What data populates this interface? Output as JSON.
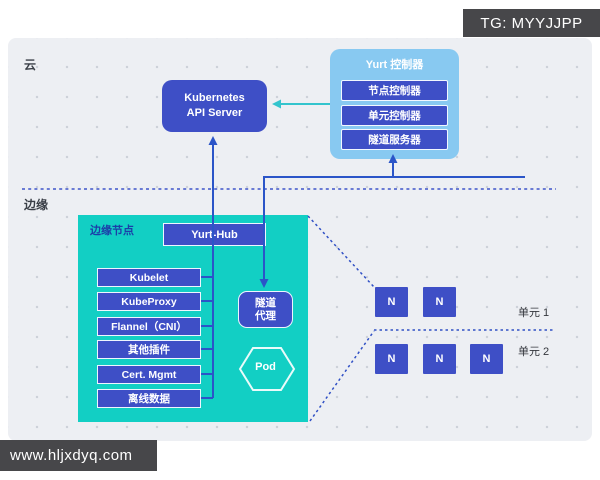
{
  "badges": {
    "tg": "TG: MYYJJPP",
    "website": "www.hljxdyq.com"
  },
  "zones": {
    "cloud_label": "云",
    "edge_label": "边缘"
  },
  "cloud": {
    "api_server": {
      "line1": "Kubernetes",
      "line2": "API Server"
    },
    "yurt_controller": {
      "title": "Yurt 控制器",
      "items": [
        "节点控制器",
        "单元控制器",
        "隧道服务器"
      ]
    }
  },
  "edge": {
    "edge_node": {
      "title": "边缘节点",
      "yurt_hub": "Yurt-Hub",
      "components": [
        "Kubelet",
        "KubeProxy",
        "Flannel（CNI）",
        "其他插件",
        "Cert. Mgmt",
        "离线数据"
      ],
      "tunnel_agent": {
        "line1": "隧道",
        "line2": "代理"
      },
      "pod": "Pod"
    },
    "units": [
      {
        "label": "单元 1",
        "nodes": [
          "N",
          "N"
        ]
      },
      {
        "label": "单元 2",
        "nodes": [
          "N",
          "N",
          "N"
        ]
      }
    ]
  },
  "colors": {
    "node_indigo": "#3e4fc6",
    "controller_light_blue": "#88c9f1",
    "edge_teal": "#12cfc4",
    "line_blue": "#2b55c8",
    "arrow_teal": "#33c4cd",
    "canvas_bg": "#edeff3",
    "badge_bg": "#47474a",
    "edge_title_blue": "#1c3ea8"
  }
}
